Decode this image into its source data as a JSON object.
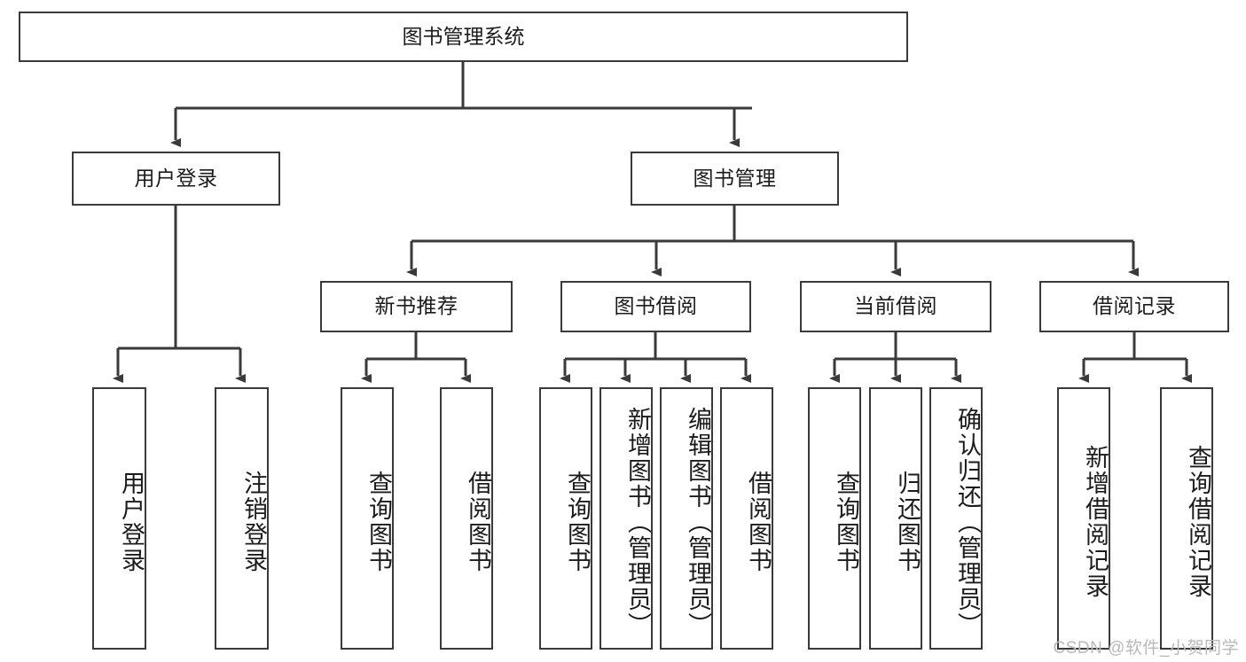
{
  "diagram": {
    "title": "图书管理系统",
    "type": "hierarchy-tree",
    "line_color": "#3a3a3a",
    "box_fill": "#ffffff",
    "text_color": "#1b1b1b",
    "levels": {
      "root": {
        "label": "图书管理系统"
      },
      "level2": [
        {
          "label": "用户登录"
        },
        {
          "label": "图书管理"
        }
      ],
      "level3": [
        {
          "label": "新书推荐"
        },
        {
          "label": "图书借阅"
        },
        {
          "label": "当前借阅"
        },
        {
          "label": "借阅记录"
        }
      ],
      "leaves": {
        "user_login": [
          {
            "label": "用户登录"
          },
          {
            "label": "注销登录"
          }
        ],
        "new_book_recommend": [
          {
            "label": "查询图书"
          },
          {
            "label": "借阅图书"
          }
        ],
        "book_borrow": [
          {
            "label": "查询图书"
          },
          {
            "label": "新增图书（管理员）"
          },
          {
            "label": "编辑图书（管理员）"
          },
          {
            "label": "借阅图书"
          }
        ],
        "current_borrow": [
          {
            "label": "查询图书"
          },
          {
            "label": "归还图书"
          },
          {
            "label": "确认归还（管理员）"
          }
        ],
        "borrow_record": [
          {
            "label": "新增借阅记录"
          },
          {
            "label": "查询借阅记录"
          }
        ]
      }
    }
  },
  "watermark": {
    "text": "CSDN @软件_小贺同学"
  }
}
